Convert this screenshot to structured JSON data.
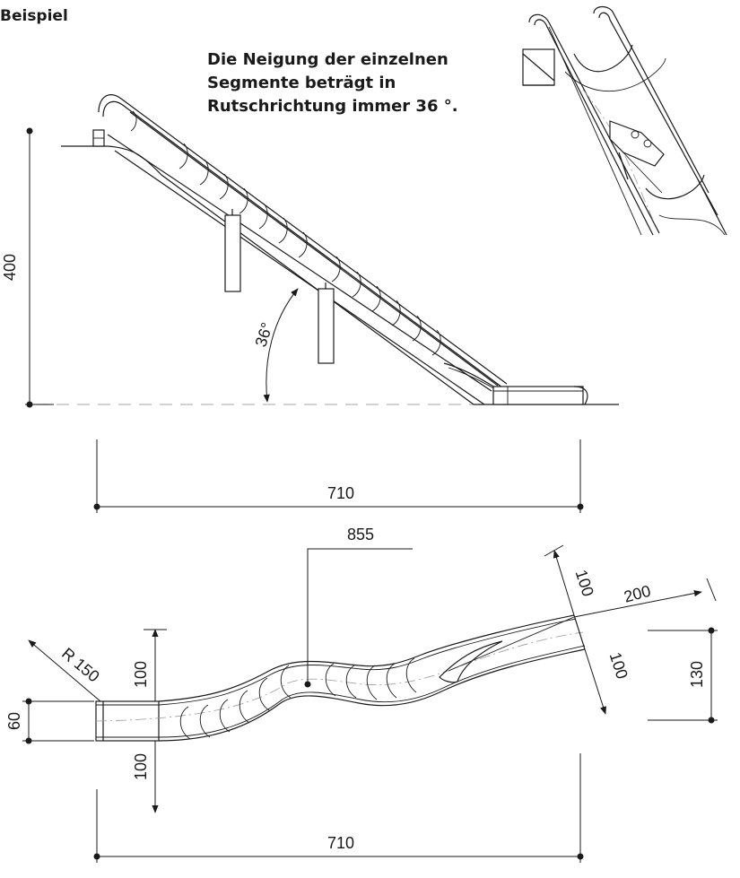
{
  "title": "Beispiel",
  "note": {
    "line1": "Die Neigung der einzelnen",
    "line2": "Segmente beträgt in",
    "line3": "Rutschrichtung immer 36 °."
  },
  "side_view": {
    "height_label": "400",
    "angle_label": "36°",
    "length_label": "710"
  },
  "top_view": {
    "slide_length_label": "855",
    "radius_label": "R 150",
    "entry_width_label": "60",
    "upper_offset_label": "100",
    "lower_offset_label": "100",
    "exit_upper_label": "100",
    "exit_lower_label": "100",
    "exit_length_label": "200",
    "exit_width_label": "130",
    "length_label": "710"
  },
  "colors": {
    "line": "#1a1a1a",
    "dashed_ground": "#b8b8b8",
    "centerline": "#9a9a9a"
  }
}
